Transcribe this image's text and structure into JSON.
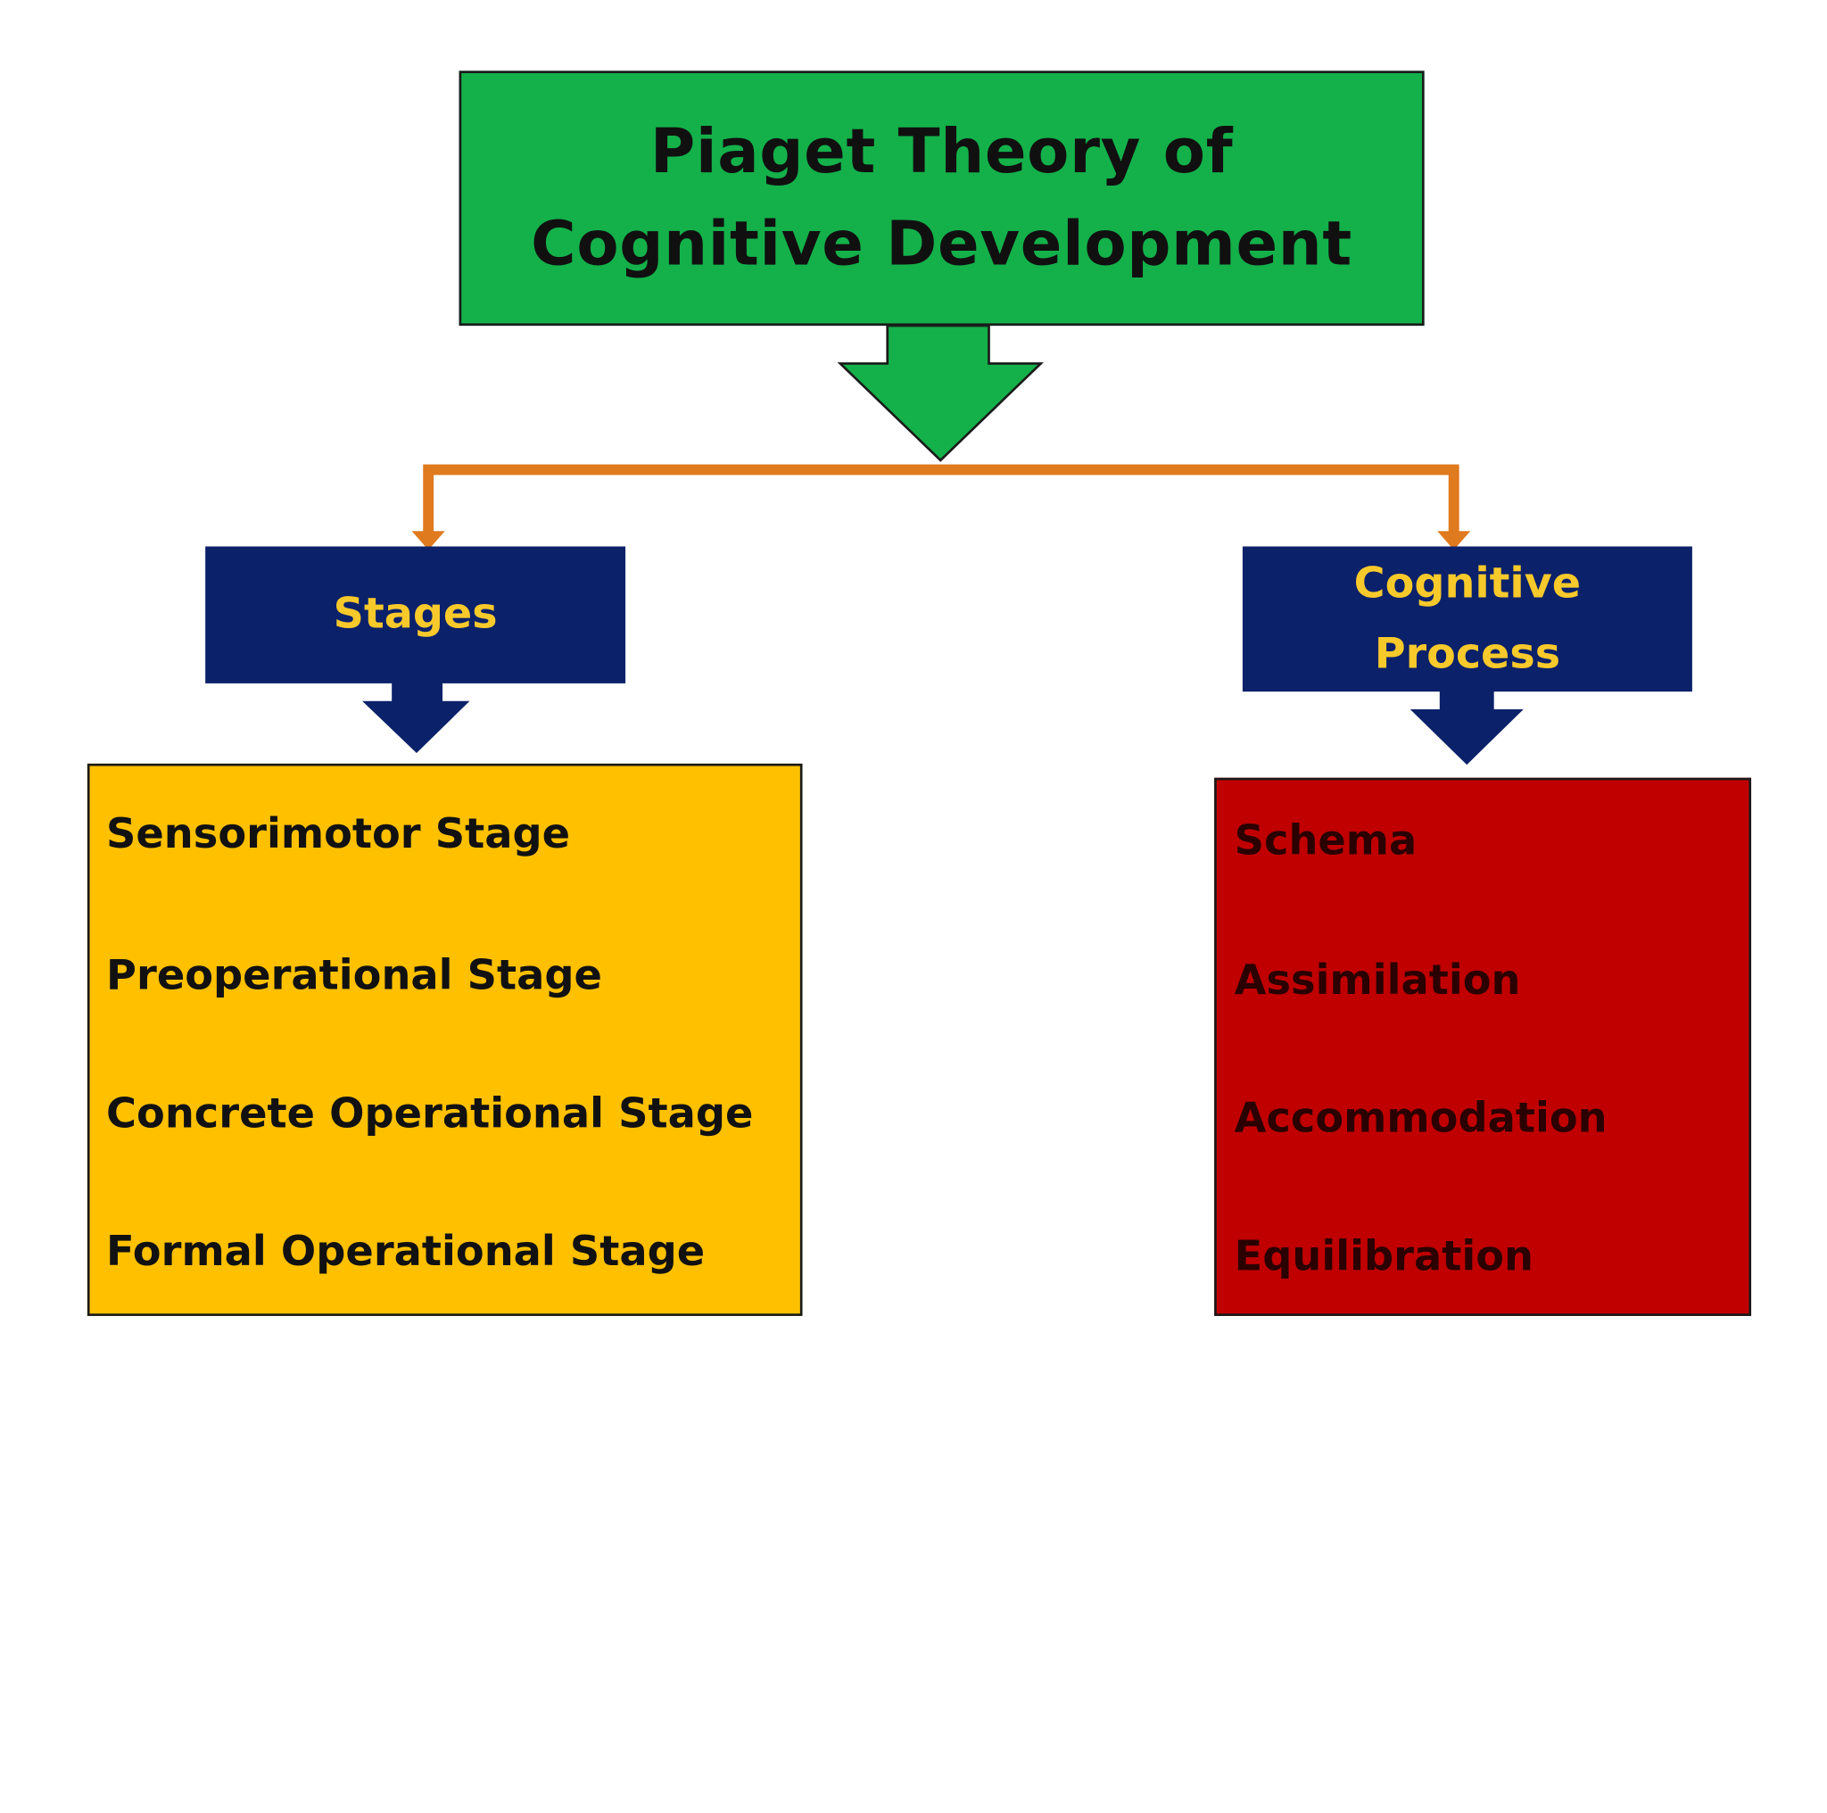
{
  "title": {
    "line1": "Piaget Theory of",
    "line2": "Cognitive Development"
  },
  "branches": {
    "stages": {
      "heading": "Stages",
      "items": [
        "Sensorimotor Stage",
        "Preoperational Stage",
        "Concrete Operational Stage",
        "Formal Operational Stage"
      ]
    },
    "process": {
      "heading_line1": "Cognitive",
      "heading_line2": "Process",
      "items": [
        "Schema",
        "Assimilation",
        "Accommodation",
        "Equilibration"
      ]
    }
  },
  "colors": {
    "title_fill": "#14b14a",
    "heading_fill": "#0b2169",
    "heading_text": "#f7c92b",
    "stages_fill": "#ffc000",
    "process_fill": "#c00000",
    "connector": "#e07a1e"
  }
}
